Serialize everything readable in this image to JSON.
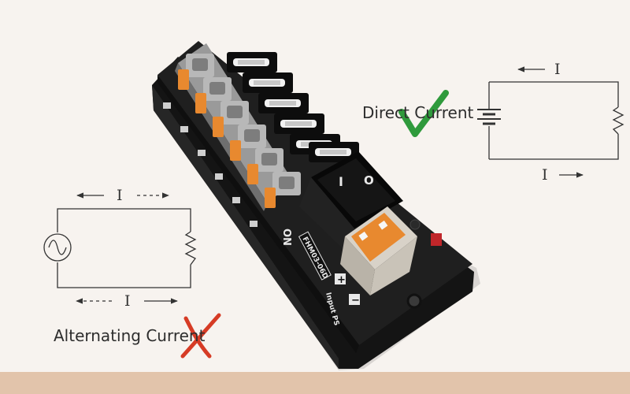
{
  "labels": {
    "direct_current": "Direct Current",
    "alternating_current": "Alternating Current"
  },
  "dc_circuit": {
    "current_top": "I",
    "current_bottom": "I"
  },
  "ac_circuit": {
    "current_top": "I",
    "current_bottom": "I"
  },
  "device": {
    "model": "FHM03-06D",
    "switch_on": "ON",
    "switch_off": "O",
    "switch_mark": "I",
    "input_label": "Input PS",
    "plus": "+",
    "minus": "−"
  },
  "colors": {
    "background": "#f7f3ef",
    "footer_band": "#e2c4ab",
    "check_mark": "#2f9a3c",
    "cross_mark": "#d63b25",
    "terminal_orange": "#e8892f",
    "housing": "#1d1d1d"
  },
  "icons": [
    "check-icon",
    "cross-icon",
    "battery-icon",
    "ac-source-icon",
    "resistor-icon"
  ]
}
